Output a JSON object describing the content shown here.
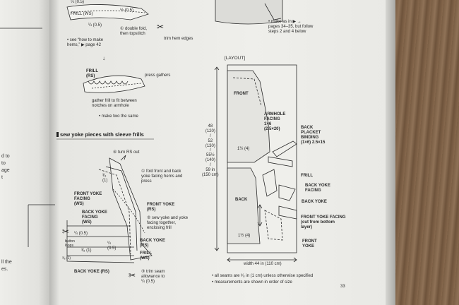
{
  "left_page": {
    "lines": [
      "d to",
      "to",
      "age",
      "t",
      "ll the",
      "es."
    ]
  },
  "top": {
    "frill_ws": "FRILL (WS)",
    "dim_a": "¼ (0.5)",
    "dim_b": "½ (0.5)",
    "dim_c": "¼ (0.5)",
    "step_double_fold": "① double fold,\nthen topstitch",
    "trim_hem": "trim hem edges",
    "see_how": "• see “how to make\nhems,” ▶ page 42",
    "make_as_in": "• make as in ▶ →\npages 34–35, but follow\nsteps 2 and 4 below",
    "arrow": "↓"
  },
  "frill_section": {
    "frill_label": "FRILL\n(RS)",
    "press_gathers": "press gathers",
    "gather_note": "gather frill to fit between\nnotches on armhole",
    "make_two": "• make two the same"
  },
  "sew_yoke": {
    "heading": "sew yoke pieces with sleeve frills",
    "turn_rs": "④ turn RS out",
    "fold_front": "① fold front and back\nyoke facing hems and\npress",
    "dim_38": "³⁄₈\n(1)",
    "front_yoke_facing": "FRONT YOKE\nFACING\n(WS)",
    "back_yoke_facing": "BACK YOKE\nFACING\n(WS)",
    "front_yoke_rs": "FRONT YOKE\n(RS)",
    "sew_yoke_facing": "② sew yoke and yoke\nfacing together,\nenclosing frill",
    "dim_14_a": "¼ (0.5)",
    "button_loops": "button\nloops",
    "dim_38_b": "³⁄₈ (1)",
    "dim_38_c": "³⁄₈ (1)",
    "dim_14_b": "¼\n(0.5)",
    "back_yoke_rs": "BACK YOKE\n(RS)",
    "frill_ws2": "FRILL\n(WS)",
    "back_yoke_rs_bottom": "BACK YOKE (RS)",
    "trim_seam": "③ trim seam\nallowance to\n¼ (0.5)"
  },
  "layout": {
    "title": "[LAYOUT]",
    "front": "FRONT",
    "armhole_facing": "ARMHOLE\nFACING\n1×6\n(2.5×20)",
    "back_placket": "BACK\nPLACKET\nBINDING\n(1×6) 2.5×15",
    "dim_height": "48\n(120)\n/\n52\n(130)\n/\n55½\n(140)\n/\n59 in\n(150 cm)",
    "dim_1_5a": "1½ (4)",
    "frill": "FRILL",
    "back_yoke_facing": "BACK YOKE\nFACING",
    "back": "BACK",
    "back_yoke": "BACK YOKE",
    "front_yoke_facing": "FRONT YOKE FACING\n(cut from bottom\nlayer)",
    "dim_1_5b": "1½ (4)",
    "front_yoke": "FRONT\nYOKE",
    "width": "width 44 in (110 cm)",
    "note1": "• all seams are ³⁄₈ in (1 cm) unless otherwise specified",
    "note2": "• measurements are shown in order of size"
  },
  "page_number": "33"
}
